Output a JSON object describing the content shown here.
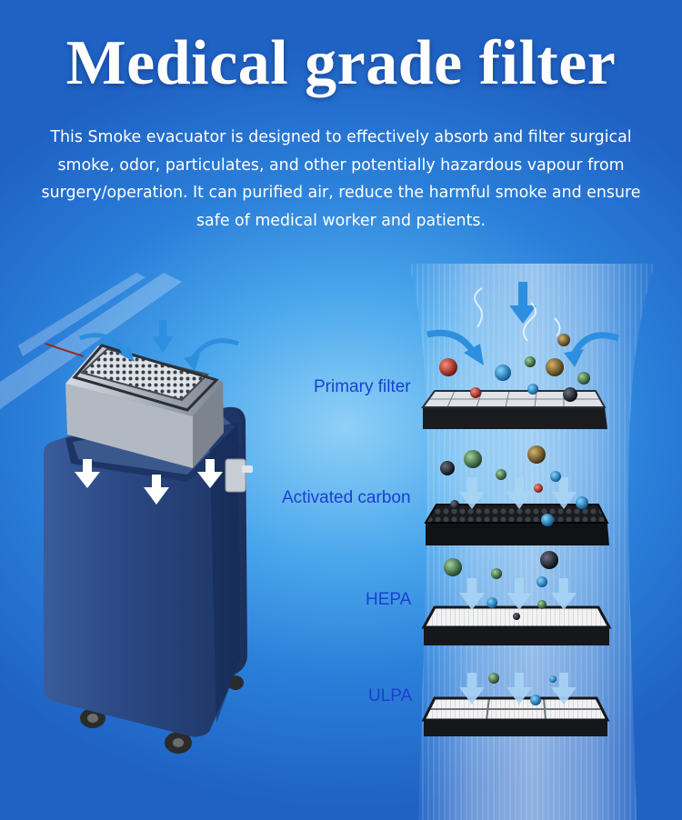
{
  "header": {
    "title": "Medical grade filter",
    "description": "This Smoke evacuator is designed to effectively absorb and filter surgical smoke, odor, particulates, and other potentially hazardous vapour from surgery/operation. It can purified air, reduce the harmful smoke and ensure safe of medical worker and patients."
  },
  "filters": [
    {
      "label": "Primary filter"
    },
    {
      "label": "Activated carbon"
    },
    {
      "label": "HEPA"
    },
    {
      "label": "ULPA"
    }
  ],
  "colors": {
    "label_text": "#1a3fd0",
    "background_accent": "#2a7fd9",
    "cabinet": "#2c4a86"
  }
}
